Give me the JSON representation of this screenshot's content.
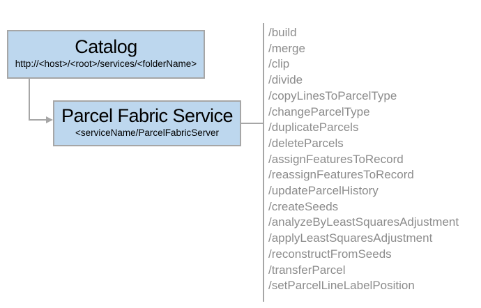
{
  "colors": {
    "box_fill": "#bdd7ee",
    "box_border": "#a6a6a6",
    "connector": "#a6a6a6",
    "title_text": "#000000",
    "endpoint_text": "#8c8c8c"
  },
  "catalog_box": {
    "title": "Catalog",
    "subtitle": "http://<host>/<root>/services/<folderName>"
  },
  "service_box": {
    "title": "Parcel Fabric Service",
    "subtitle": "<serviceName/ParcelFabricServer"
  },
  "endpoints": [
    "/build",
    "/merge",
    "/clip",
    "/divide",
    "/copyLinesToParcelType",
    "/changeParcelType",
    "/duplicateParcels",
    "/deleteParcels",
    "/assignFeaturesToRecord",
    "/reassignFeaturesToRecord",
    "/updateParcelHistory",
    "/createSeeds",
    "/analyzeByLeastSquaresAdjustment",
    "/applyLeastSquaresAdjustment",
    "/reconstructFromSeeds",
    "/transferParcel",
    "/setParcelLineLabelPosition"
  ]
}
